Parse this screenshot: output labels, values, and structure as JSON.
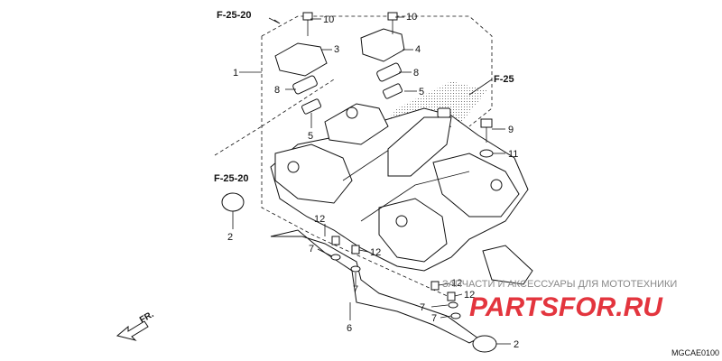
{
  "references": {
    "top": "F-25-20",
    "left": "F-25-20",
    "right": "F-25"
  },
  "callouts": [
    {
      "id": "c10a",
      "label": "10"
    },
    {
      "id": "c10b",
      "label": "10"
    },
    {
      "id": "c3",
      "label": "3"
    },
    {
      "id": "c4",
      "label": "4"
    },
    {
      "id": "c1",
      "label": "1"
    },
    {
      "id": "c8a",
      "label": "8"
    },
    {
      "id": "c8b",
      "label": "8"
    },
    {
      "id": "c5a",
      "label": "5"
    },
    {
      "id": "c5b",
      "label": "5"
    },
    {
      "id": "c9",
      "label": "9"
    },
    {
      "id": "c11",
      "label": "11"
    },
    {
      "id": "c2a",
      "label": "2"
    },
    {
      "id": "c12a",
      "label": "12"
    },
    {
      "id": "c7a",
      "label": "7"
    },
    {
      "id": "c12b",
      "label": "12"
    },
    {
      "id": "c7b",
      "label": "7"
    },
    {
      "id": "c12c",
      "label": "12"
    },
    {
      "id": "c12d",
      "label": "12"
    },
    {
      "id": "c7c",
      "label": "7"
    },
    {
      "id": "c7d",
      "label": "7"
    },
    {
      "id": "c6",
      "label": "6"
    },
    {
      "id": "c2b",
      "label": "2"
    }
  ],
  "direction_label": "FR.",
  "diagram_code": "MGCAE0100",
  "watermark": {
    "text": "ЗАПЧАСТИ И АКСЕССУАРЫ ДЛЯ МОТОТЕХНИКИ",
    "logo": "PARTSFOR.RU",
    "logo_color": "#e0202a"
  }
}
